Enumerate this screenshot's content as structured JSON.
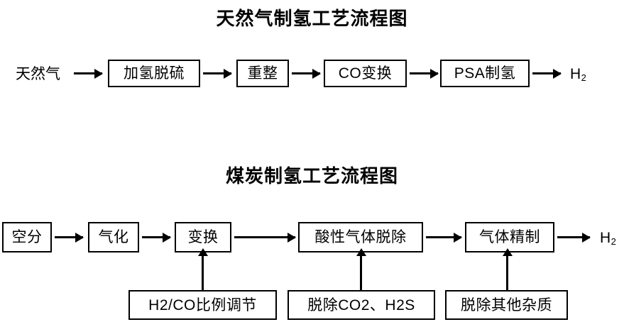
{
  "diagram": {
    "background_color": "#ffffff",
    "line_color": "#000000",
    "sections": [
      {
        "id": "natural-gas",
        "title": "天然气制氢工艺流程图",
        "input_label": "天然气",
        "output_label": "H",
        "output_sub": "2",
        "nodes": [
          {
            "id": "hds",
            "label": "加氢脱硫"
          },
          {
            "id": "reforming",
            "label": "重整"
          },
          {
            "id": "co-shift",
            "label": "CO变换"
          },
          {
            "id": "psa",
            "label": "PSA制氢"
          }
        ]
      },
      {
        "id": "coal",
        "title": "煤炭制氢工艺流程图",
        "output_label": "H",
        "output_sub": "2",
        "nodes": [
          {
            "id": "air-separation",
            "label": "空分"
          },
          {
            "id": "gasification",
            "label": "气化"
          },
          {
            "id": "shift",
            "label": "变换"
          },
          {
            "id": "acid-gas-removal",
            "label": "酸性气体脱除"
          },
          {
            "id": "gas-purification",
            "label": "气体精制"
          }
        ],
        "sub_nodes": [
          {
            "id": "h2-co-ratio",
            "label": "H2/CO比例调节",
            "feeds": "变换"
          },
          {
            "id": "remove-co2-h2s",
            "label": "脱除CO2、H2S",
            "feeds": "酸性气体脱除"
          },
          {
            "id": "remove-impurities",
            "label": "脱除其他杂质",
            "feeds": "气体精制"
          }
        ]
      }
    ]
  }
}
